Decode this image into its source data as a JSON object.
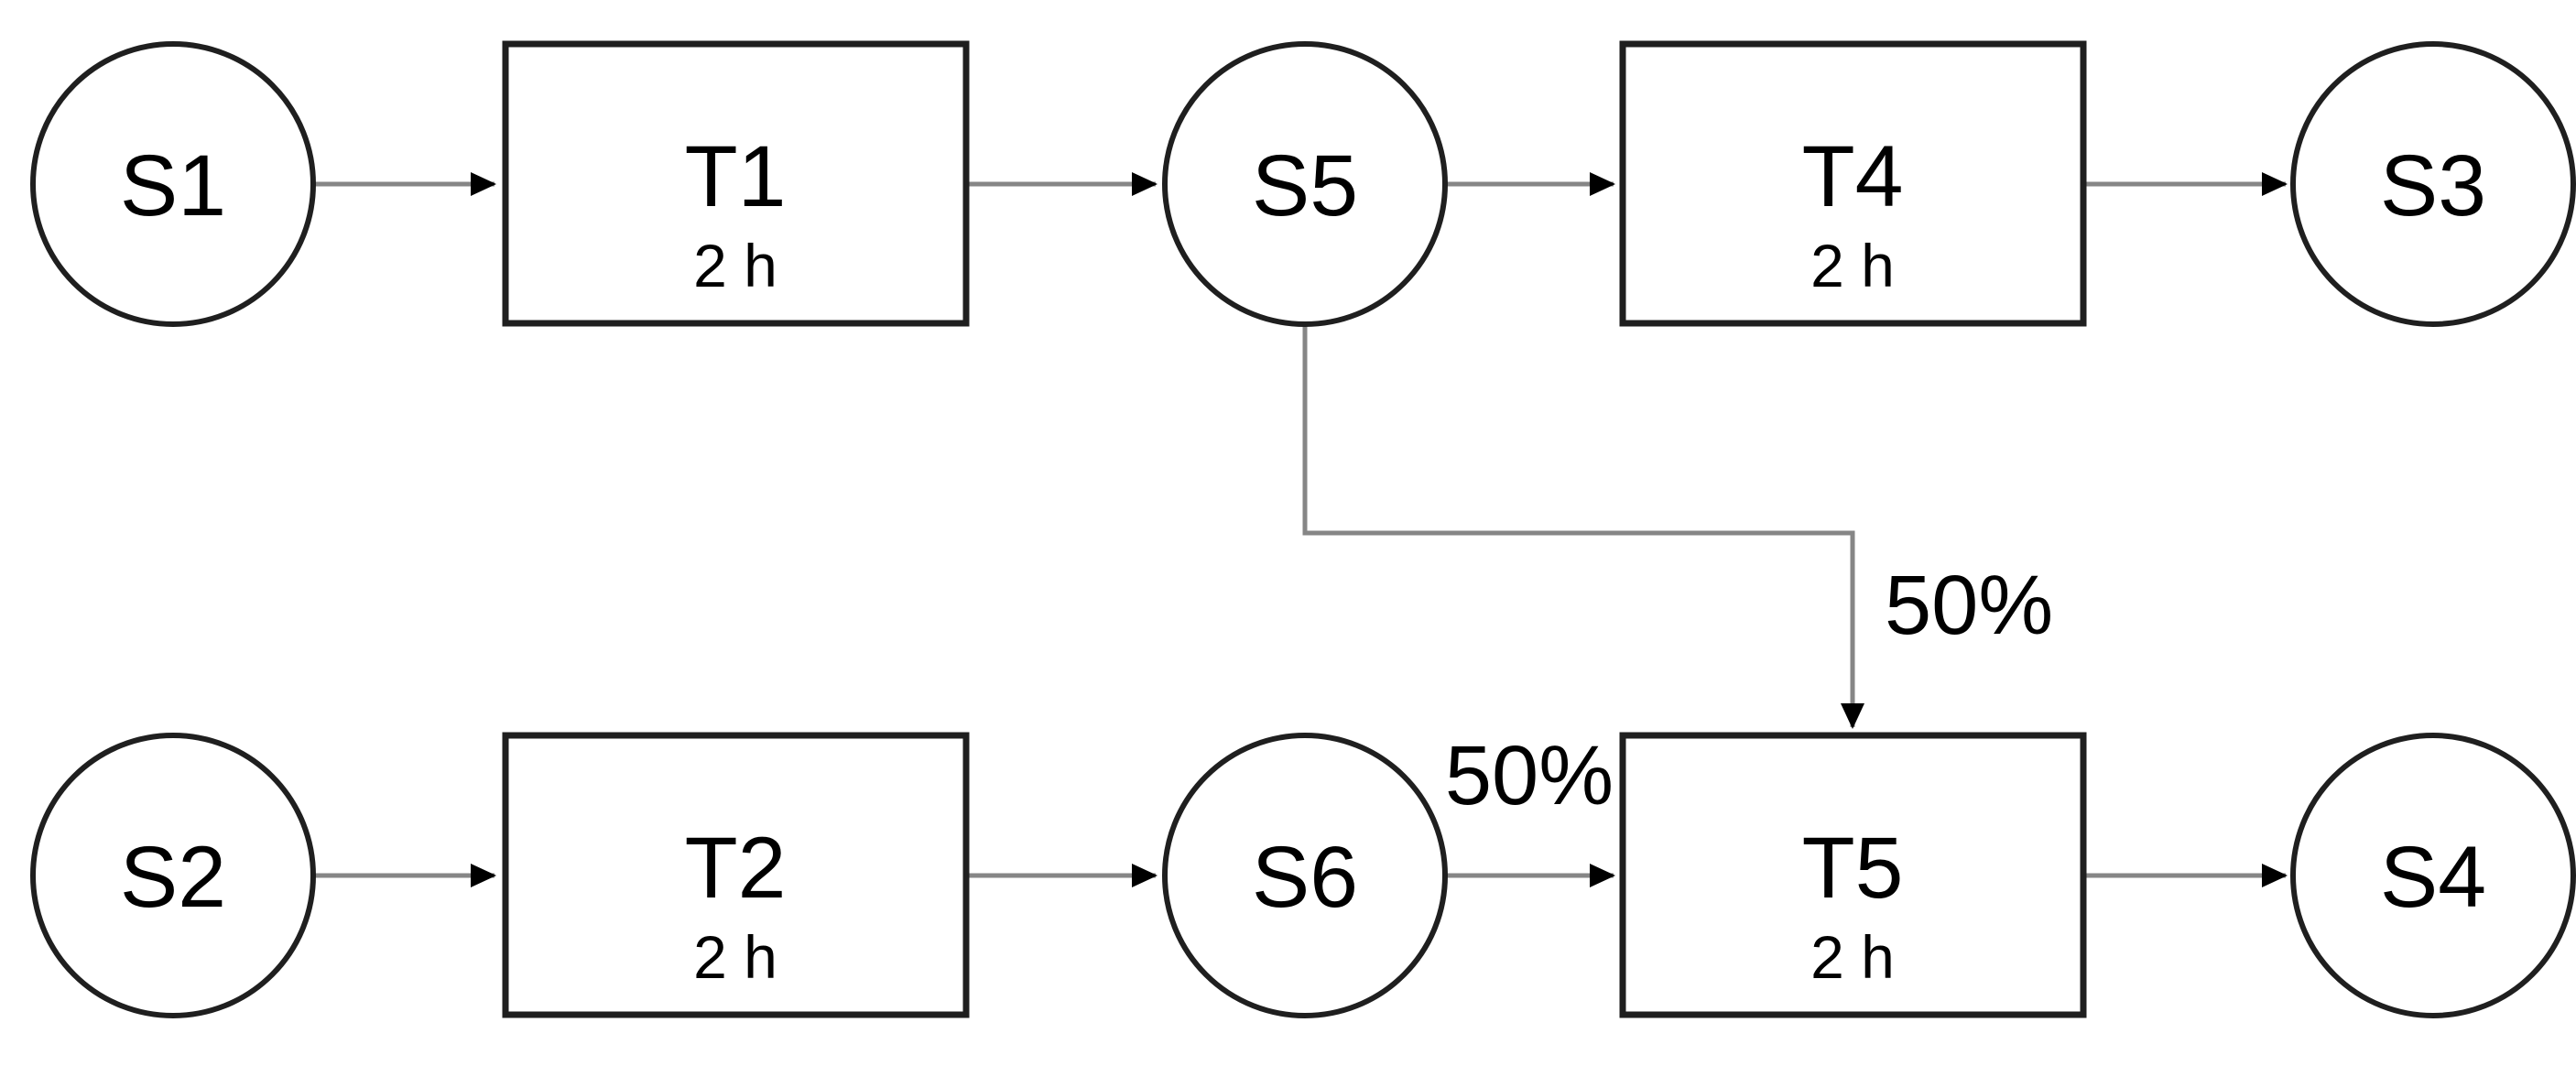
{
  "diagram": {
    "type": "process-flow",
    "states": [
      {
        "id": "s1",
        "label": "S1"
      },
      {
        "id": "s2",
        "label": "S2"
      },
      {
        "id": "s3",
        "label": "S3"
      },
      {
        "id": "s4",
        "label": "S4"
      },
      {
        "id": "s5",
        "label": "S5"
      },
      {
        "id": "s6",
        "label": "S6"
      }
    ],
    "tasks": [
      {
        "id": "t1",
        "label": "T1",
        "duration": "2 h"
      },
      {
        "id": "t2",
        "label": "T2",
        "duration": "2 h"
      },
      {
        "id": "t4",
        "label": "T4",
        "duration": "2 h"
      },
      {
        "id": "t5",
        "label": "T5",
        "duration": "2 h"
      }
    ],
    "edges": {
      "s5_t5_label": "50%",
      "s6_t5_label": "50%"
    },
    "colors": {
      "background": "#ffffff",
      "shape_stroke": "#1f1f1f",
      "connector_line": "#868686",
      "arrowhead": "#000000",
      "text": "#000000"
    }
  }
}
